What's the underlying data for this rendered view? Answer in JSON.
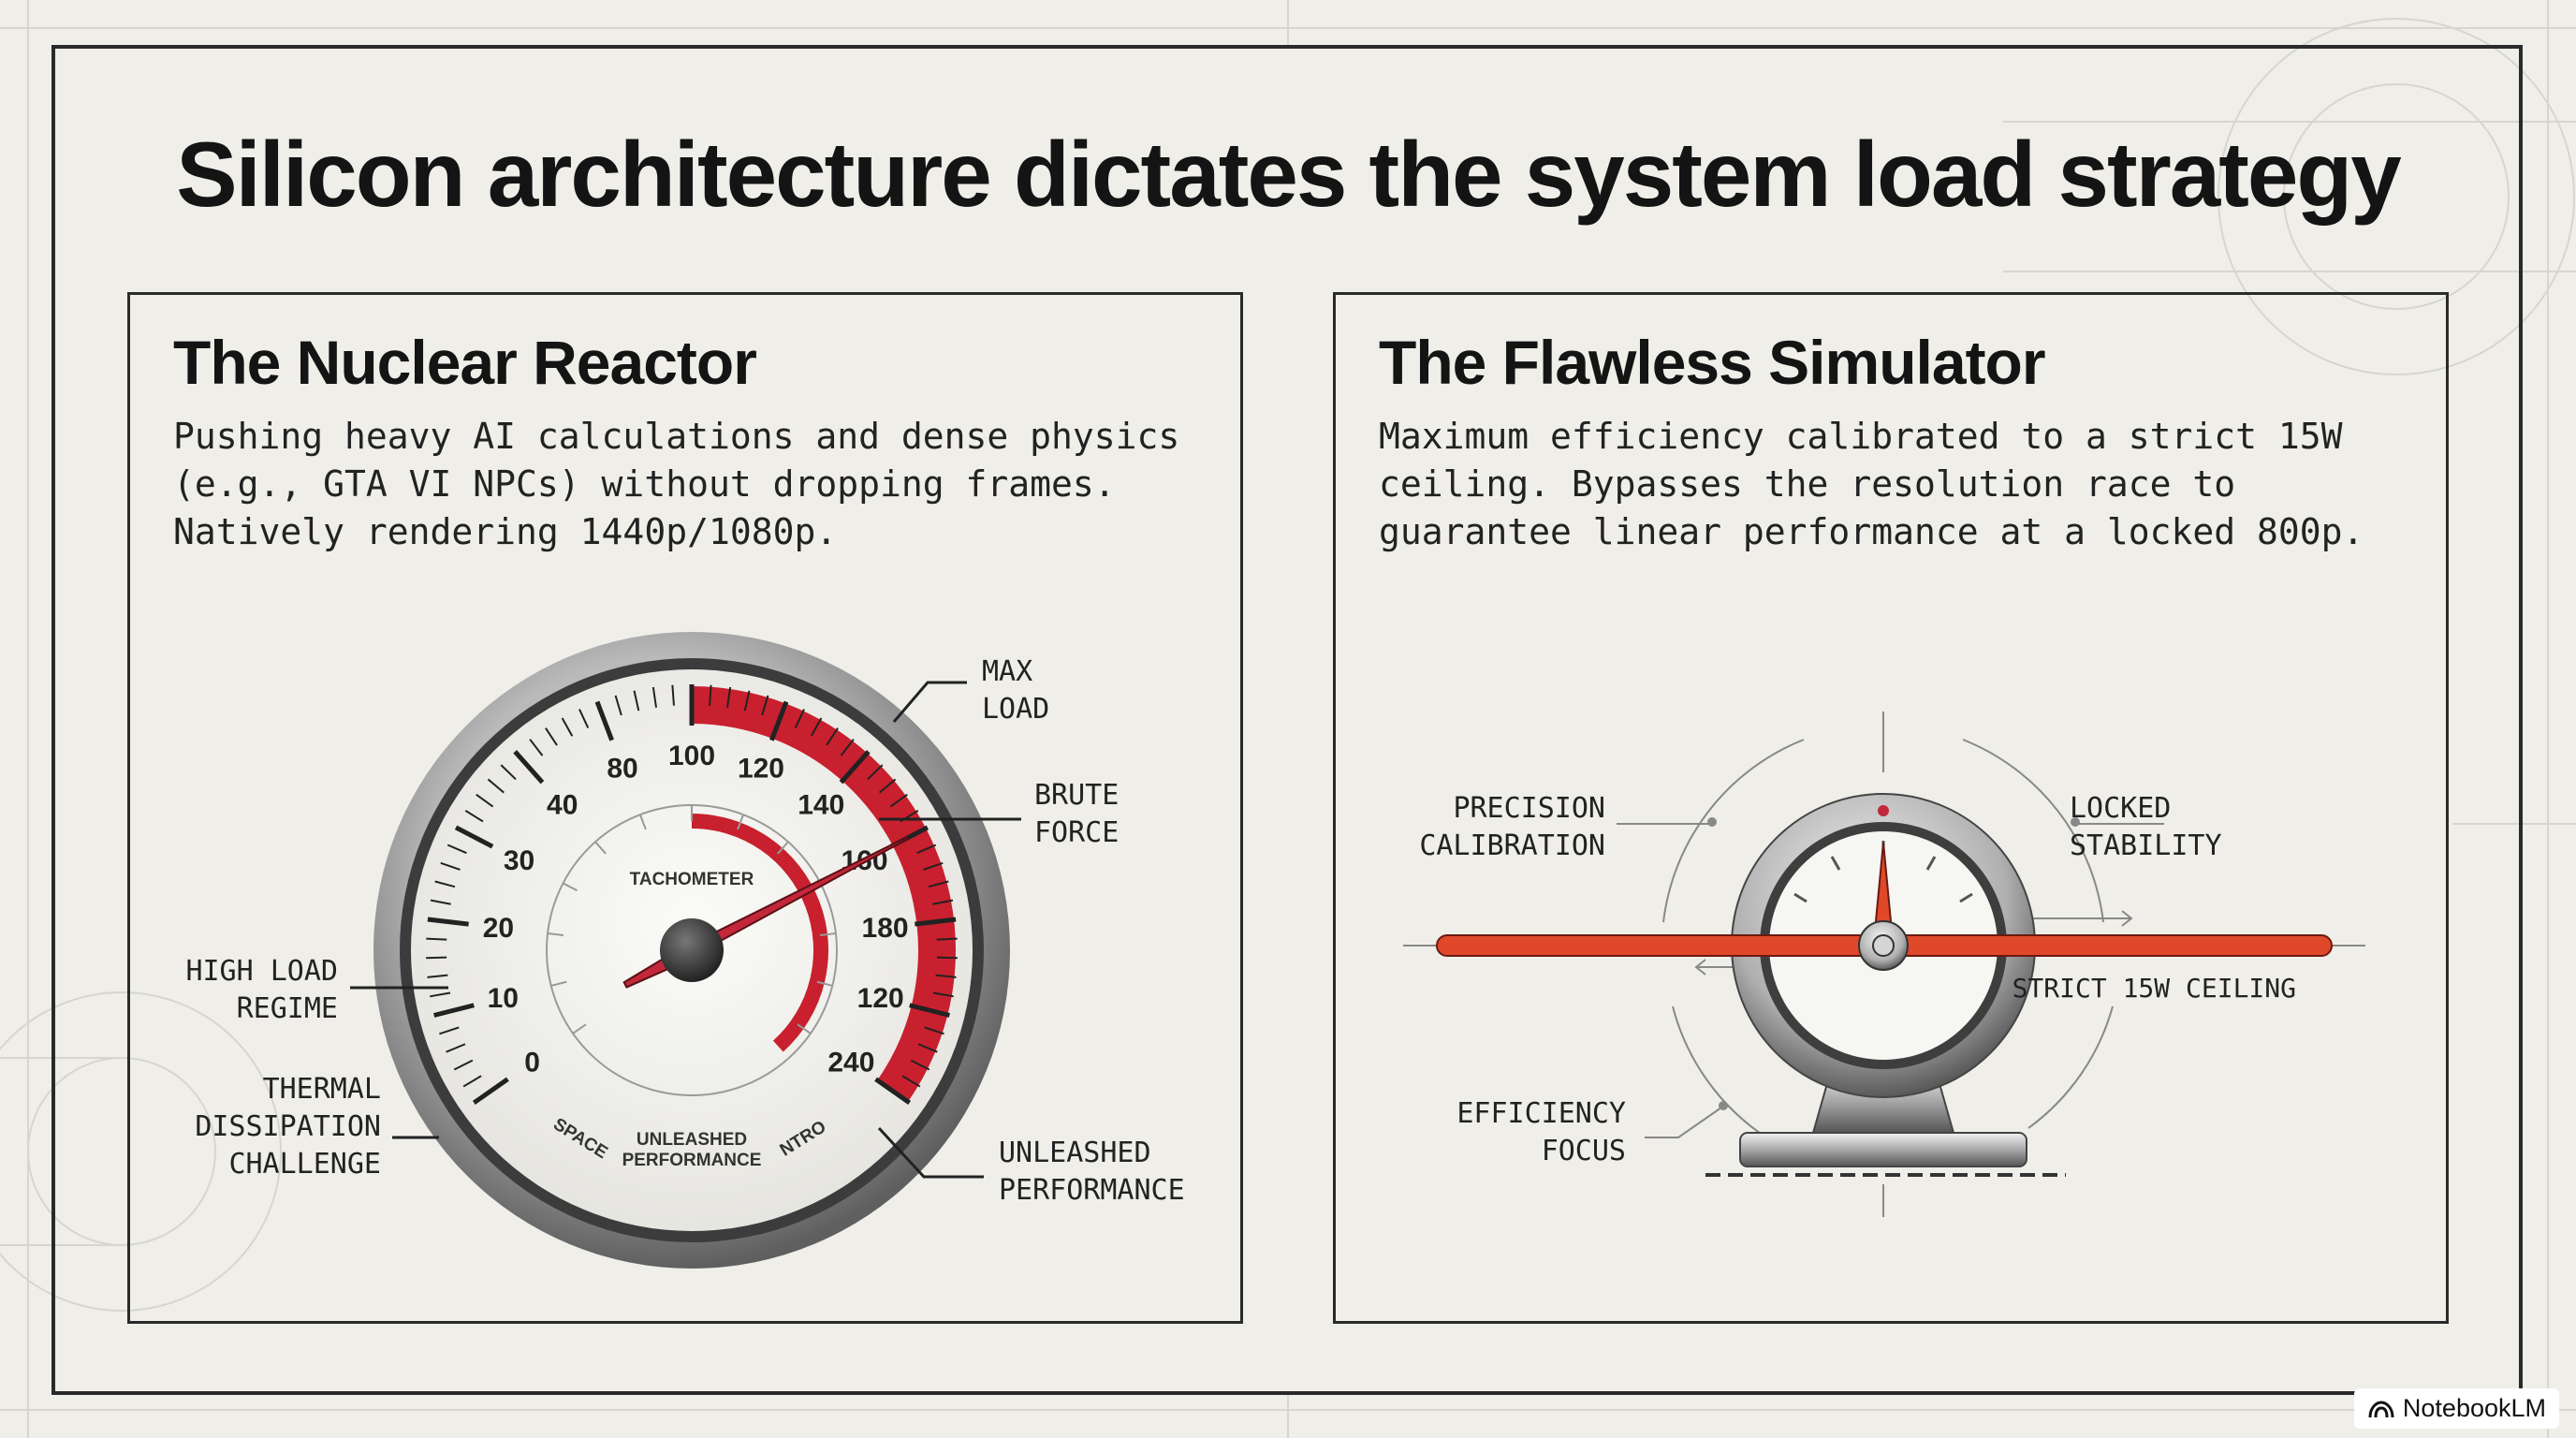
{
  "title": "Silicon architecture dictates the system load strategy",
  "left_panel": {
    "title": "The Nuclear Reactor",
    "body": "Pushing heavy AI calculations and dense physics (e.g., GTA VI NPCs) without dropping frames. Natively rendering 1440p/1080p.",
    "gauge": {
      "center_label": "TACHOMETER",
      "bottom_label_lines": [
        "UNLEASHED",
        "PERFORMANCE"
      ],
      "left_arc_label": "SPACE",
      "right_arc_label": "NTRO",
      "ticks": [
        "0",
        "10",
        "20",
        "30",
        "40",
        "80",
        "100",
        "120",
        "140",
        "160",
        "180",
        "120",
        "240"
      ],
      "needle_tick_index": 9,
      "redzone_start_tick_index": 6,
      "colors": {
        "redzone": "#c8202e",
        "needle": "#c2283a",
        "bezel": "#8f8f8f"
      }
    },
    "callouts": {
      "max_load": [
        "MAX",
        "LOAD"
      ],
      "brute_force": [
        "BRUTE",
        "FORCE"
      ],
      "high_load": [
        "HIGH LOAD",
        "REGIME"
      ],
      "thermal": [
        "THERMAL",
        "DISSIPATION",
        "CHALLENGE"
      ],
      "unleashed": [
        "UNLEASHED",
        "PERFORMANCE"
      ]
    }
  },
  "right_panel": {
    "title": "The Flawless Simulator",
    "body": "Maximum efficiency calibrated to a strict 15W ceiling. Bypasses the resolution race to guarantee linear performance at a locked 800p.",
    "callouts": {
      "precision": [
        "PRECISION",
        "CALIBRATION"
      ],
      "locked": [
        "LOCKED",
        "STABILITY"
      ],
      "ceiling": "STRICT 15W CEILING",
      "efficiency": [
        "EFFICIENCY",
        "FOCUS"
      ]
    },
    "colors": {
      "bar": "#e0482a"
    }
  },
  "brand": {
    "label": "NotebookLM",
    "icon": "notebooklm-logo-icon"
  }
}
